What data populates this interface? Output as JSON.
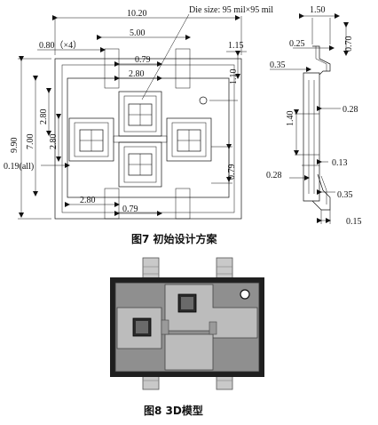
{
  "figure7": {
    "caption": "图7   初始设计方案",
    "die_note": "Die size: 95 mil×95 mil",
    "dims_top": [
      "10.20",
      "5.00",
      "0.80（×4）",
      "0.79",
      "2.80",
      "1.15",
      "1.10"
    ],
    "dims_left": [
      "9.90",
      "7.00",
      "2.80",
      "2.80",
      "0.19(all)"
    ],
    "dims_bottom": [
      "2.80",
      "0.79"
    ],
    "dims_right": [
      "0.79"
    ],
    "side_dims": [
      "1.50",
      "0.70",
      "0.25",
      "0.35",
      "0.28",
      "1.40",
      "0.13",
      "0.28",
      "0.35",
      "0.15"
    ]
  },
  "figure8": {
    "caption": "图8   3D模型"
  }
}
